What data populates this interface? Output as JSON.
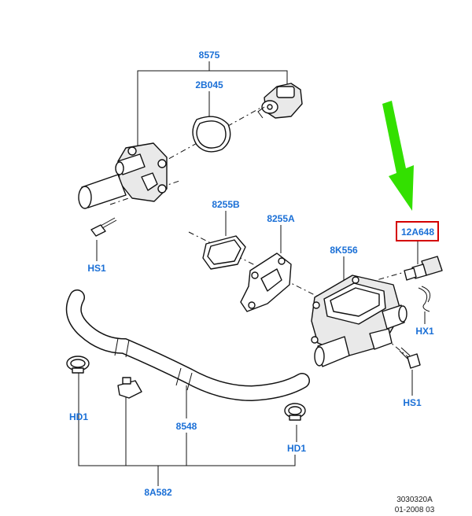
{
  "labels": {
    "p8575": "8575",
    "p2B045": "2B045",
    "p8255B": "8255B",
    "p8255A": "8255A",
    "p8K556": "8K556",
    "p12A648": "12A648",
    "hs1_left": "HS1",
    "hs1_right": "HS1",
    "hx1": "HX1",
    "hd1_left": "HD1",
    "hd1_right": "HD1",
    "p8548": "8548",
    "p8A582": "8A582"
  },
  "reference": {
    "drawing_number": "3030320A",
    "date_code": "01-2008 03"
  },
  "colors": {
    "label_blue": "#1a6fd6",
    "highlight_red": "#d40000",
    "arrow_green": "#33e000",
    "line": "#111111"
  }
}
